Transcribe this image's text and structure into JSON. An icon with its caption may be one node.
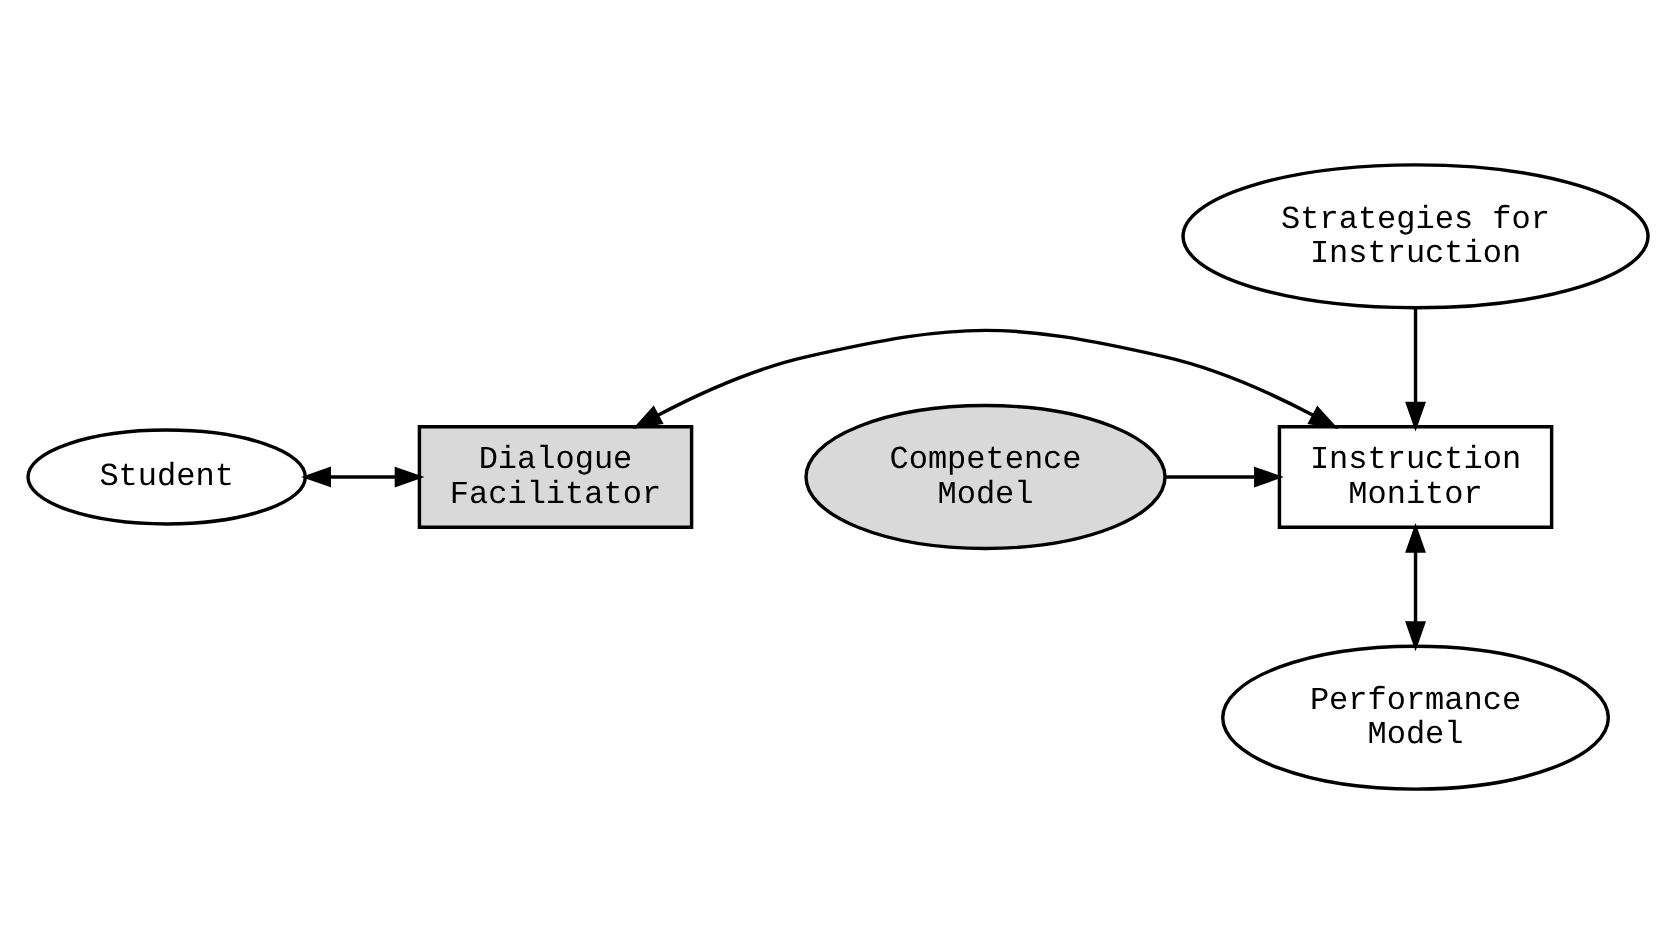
{
  "diagram": {
    "nodes": [
      {
        "text": [
          "Strategies for Instruction"
        ]
      },
      {
        "text": [
          "Student"
        ]
      },
      {
        "text": [
          "Dialogue Facilitator"
        ]
      },
      {
        "text": [
          "Instruction Monitor"
        ]
      },
      {
        "text": [
          "Competence Model"
        ]
      },
      {
        "text": [
          "Performance Model"
        ]
      }
    ],
    "edges": [
      {
        "from": 0,
        "to": 3,
        "arrow": "to"
      },
      {
        "from": 1,
        "to": 2,
        "arrow": "both"
      },
      {
        "from": 2,
        "to": 3,
        "arrow": "both"
      },
      {
        "from": 4,
        "to": 3,
        "arrow": "to"
      },
      {
        "from": 3,
        "to": 5,
        "arrow": "both"
      }
    ]
  }
}
